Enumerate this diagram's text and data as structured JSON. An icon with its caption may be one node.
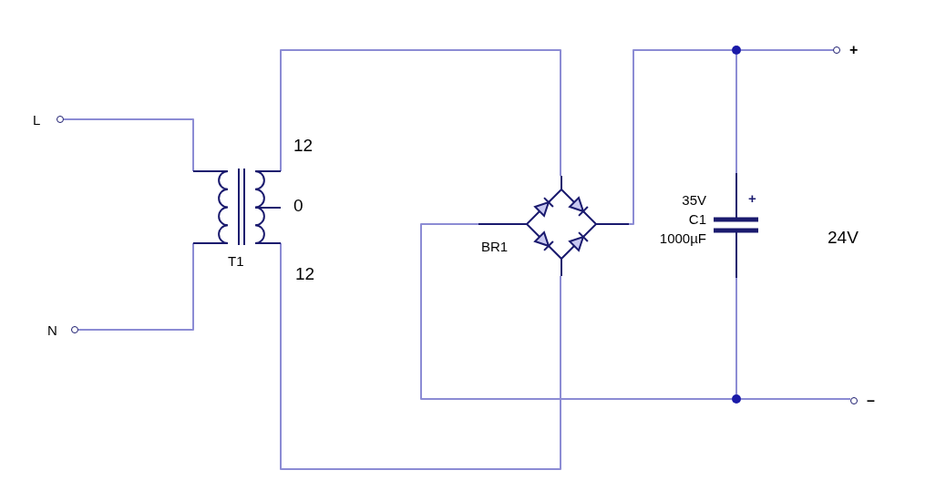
{
  "diagram": {
    "nodes": [
      {
        "text": [
          "L"
        ]
      },
      {
        "text": [
          "N"
        ]
      },
      {
        "text": [
          "T1"
        ],
        "beside": [
          "12",
          "0",
          "12"
        ]
      },
      {
        "text": [
          "BR1"
        ]
      },
      {
        "text": [],
        "shape": "circle"
      },
      {
        "text": [
          "35V",
          "C1",
          "1000µF"
        ]
      },
      {
        "text": [
          "+"
        ]
      },
      {
        "text": [],
        "shape": "circle"
      },
      {
        "text": [
          "–"
        ]
      }
    ],
    "edges": [
      {
        "from": 0,
        "to": 2,
        "arrow": "none"
      },
      {
        "from": 1,
        "to": 2,
        "arrow": "none"
      },
      {
        "from": 2,
        "to": 3,
        "arrow": "none"
      },
      {
        "from": 2,
        "to": 3,
        "arrow": "none"
      },
      {
        "from": 3,
        "to": 4,
        "arrow": "none"
      },
      {
        "from": 4,
        "to": 6,
        "arrow": "none"
      },
      {
        "from": 4,
        "to": 5,
        "arrow": "none"
      },
      {
        "from": 5,
        "to": 7,
        "arrow": "none"
      },
      {
        "from": 7,
        "to": 8,
        "arrow": "none"
      },
      {
        "from": 3,
        "to": 7,
        "arrow": "none"
      }
    ],
    "labels": [
      "+",
      "24V"
    ]
  }
}
